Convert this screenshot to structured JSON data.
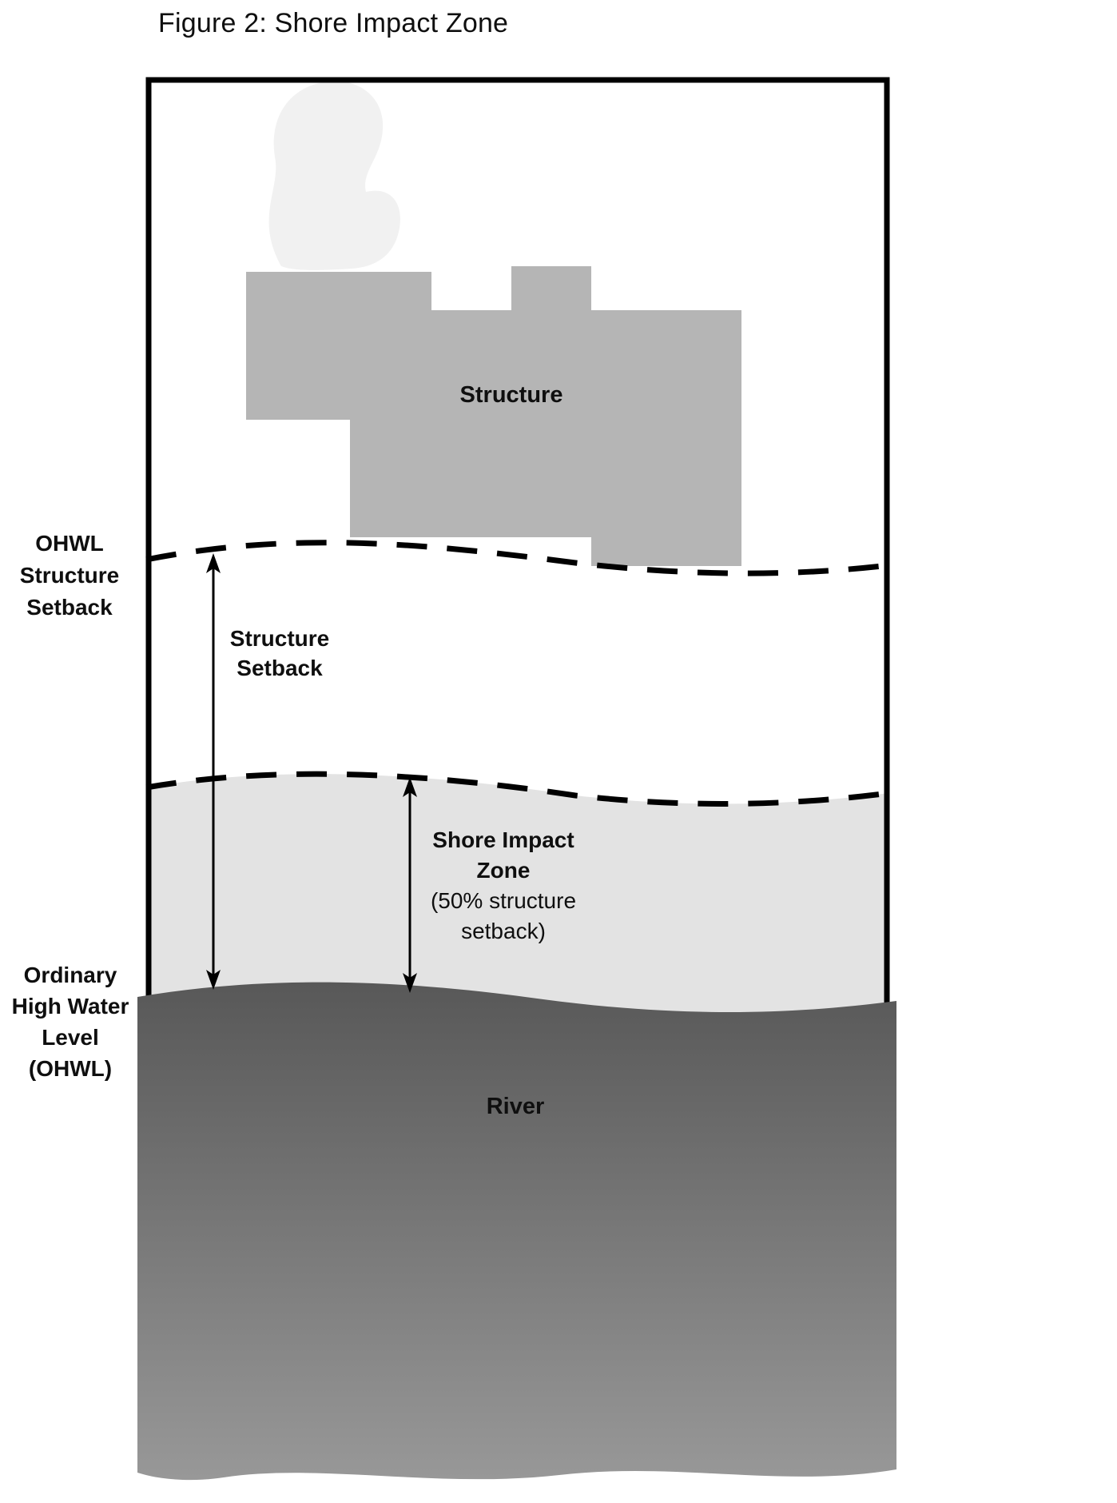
{
  "title": "Figure 2: Shore Impact Zone",
  "diagram": {
    "structure_label": "Structure",
    "ohwl_structure_setback_lines": [
      "OHWL",
      "Structure",
      "Setback"
    ],
    "structure_setback_lines": [
      "Structure",
      "Setback"
    ],
    "shore_impact_zone_lines": [
      "Shore Impact",
      "Zone"
    ],
    "shore_impact_zone_sub_lines": [
      "(50% structure",
      "setback)"
    ],
    "ohwl_lines": [
      "Ordinary",
      "High Water",
      "Level",
      "(OHWL)"
    ],
    "river_label": "River",
    "colors": {
      "structure_fill": "#b5b5b5",
      "smoke_fill": "#f1f1f1",
      "shore_zone_fill": "#e3e3e3",
      "river_top": "#585858",
      "river_bottom": "#989898",
      "line_color": "#000000"
    }
  }
}
